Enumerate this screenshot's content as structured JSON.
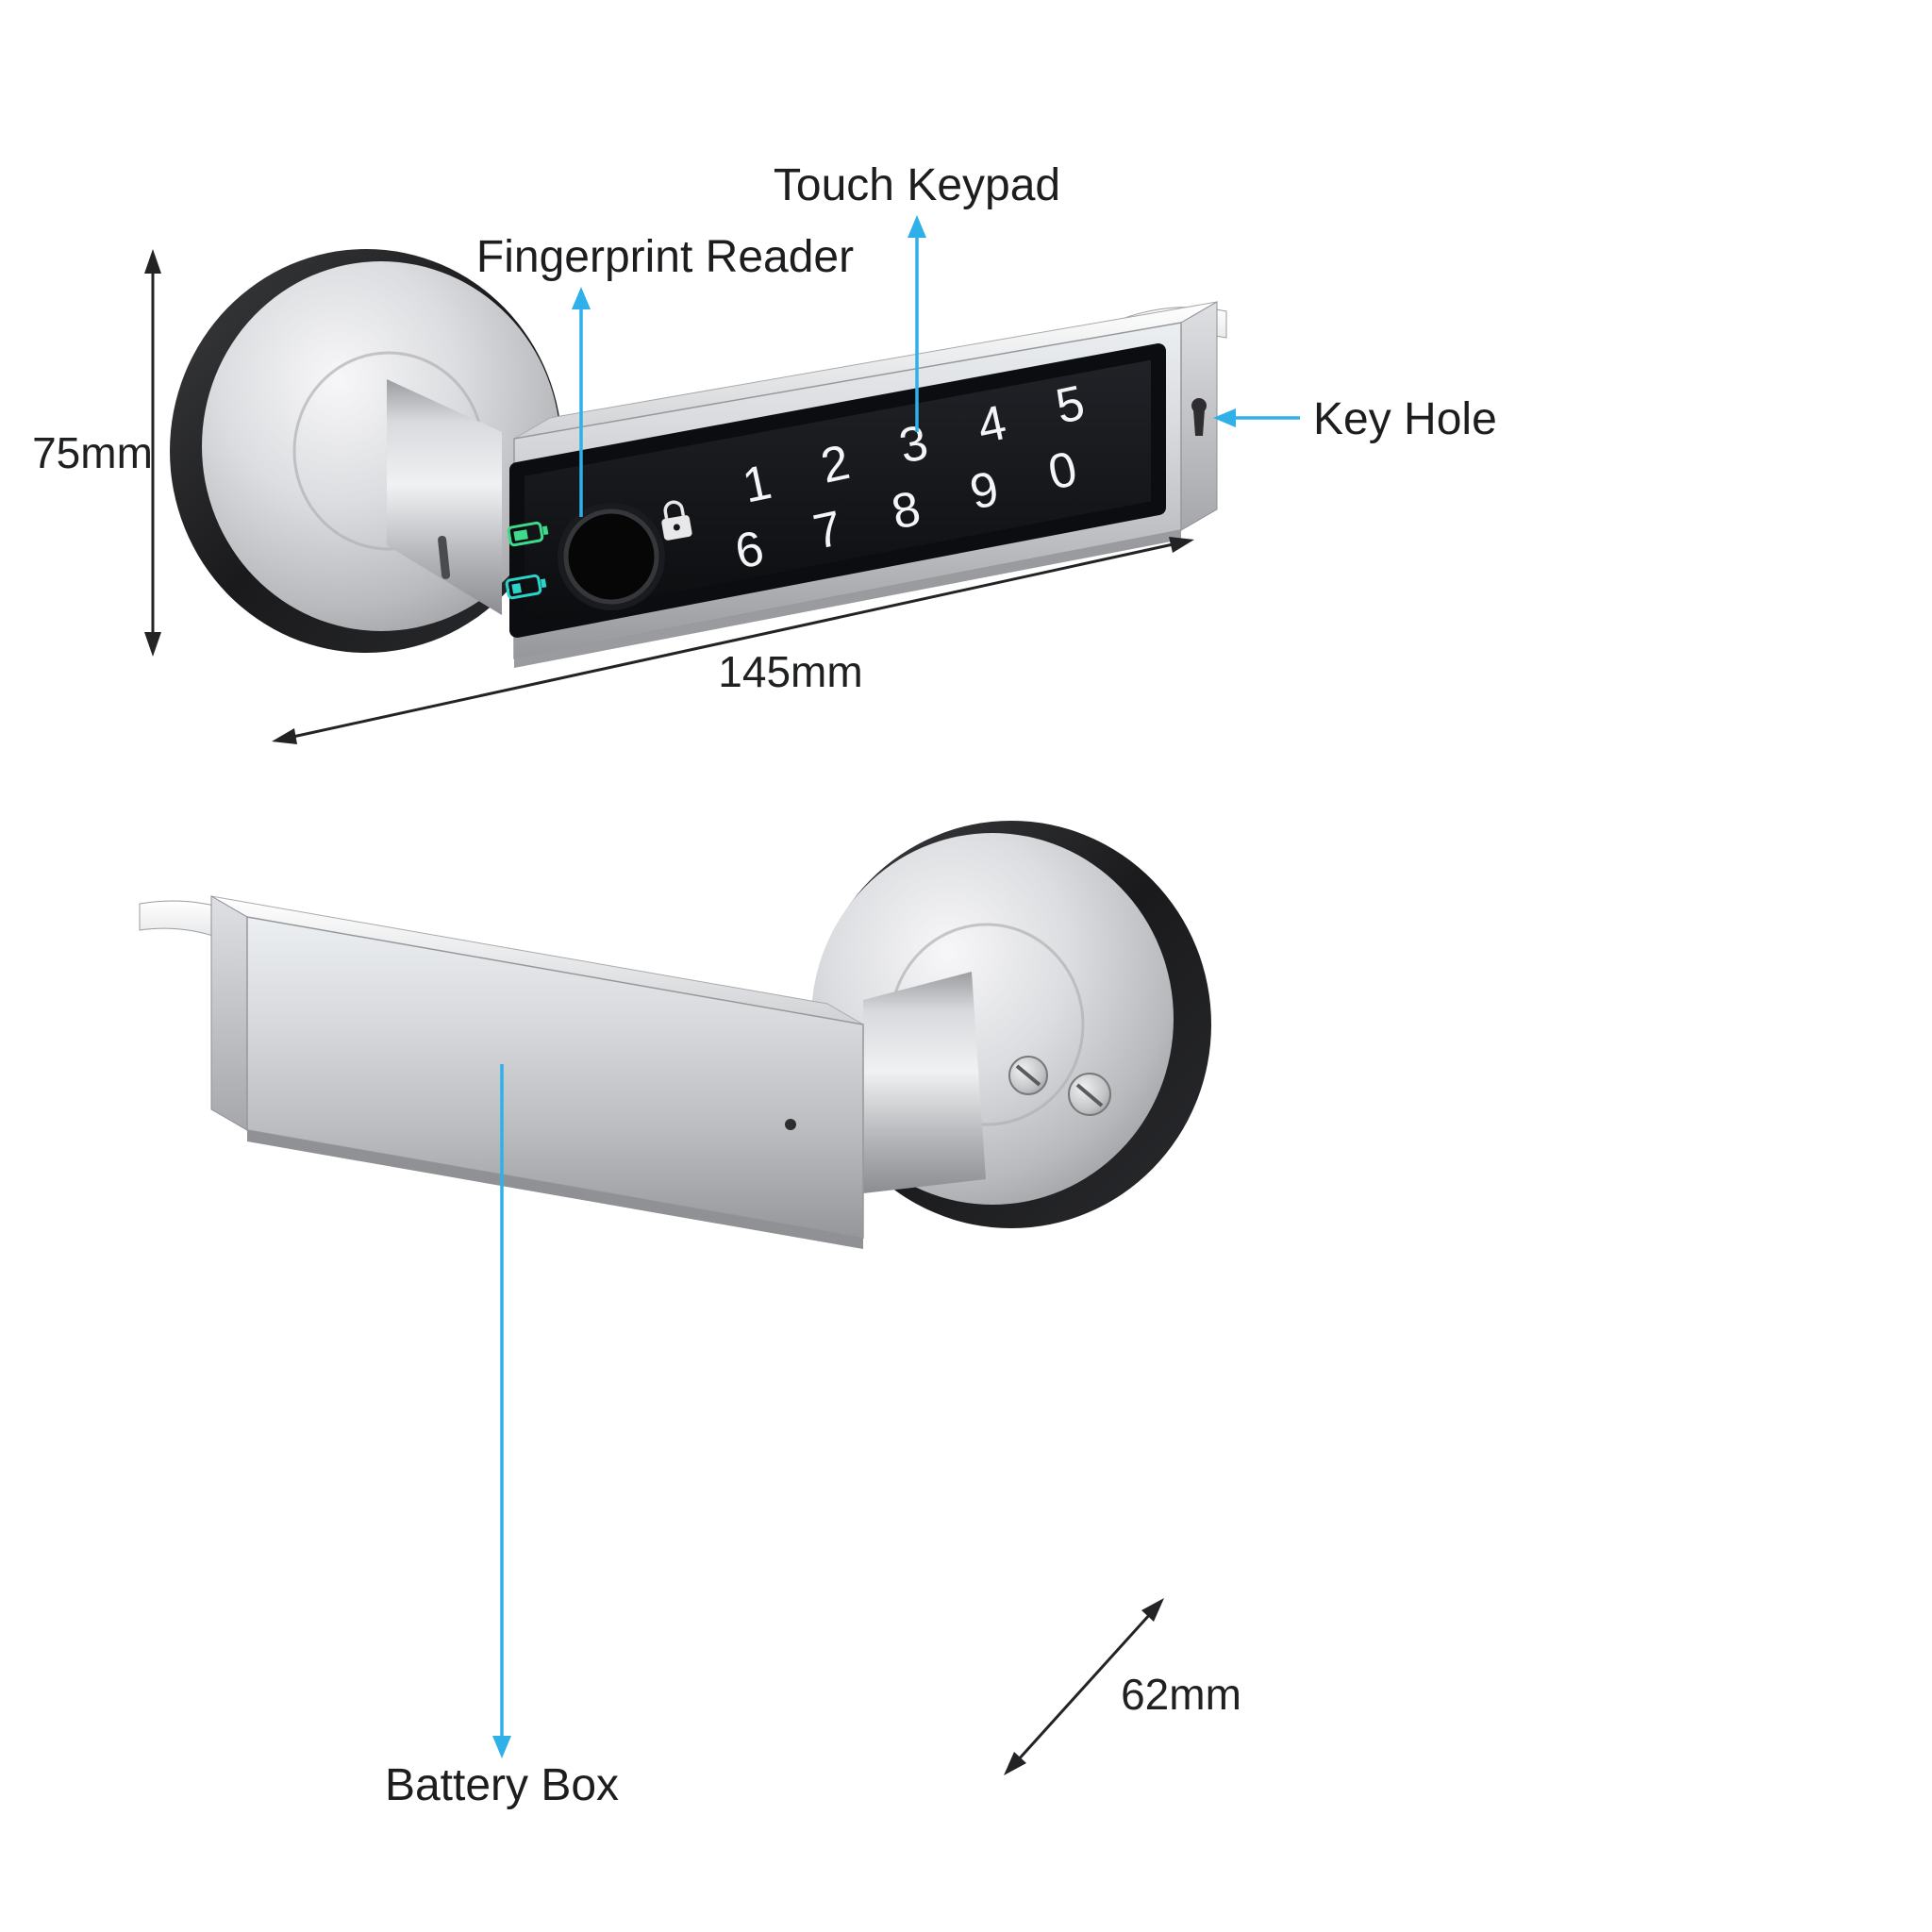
{
  "callouts": {
    "touch_keypad": {
      "label": "Touch Keypad"
    },
    "fingerprint_reader": {
      "label": "Fingerprint Reader"
    },
    "key_hole": {
      "label": "Key Hole"
    },
    "battery_box": {
      "label": "Battery Box"
    }
  },
  "dimensions": {
    "height": {
      "label": "75mm"
    },
    "length": {
      "label": "145mm"
    },
    "depth": {
      "label": "62mm"
    }
  },
  "keypad": {
    "row1": [
      "1",
      "2",
      "3",
      "4",
      "5"
    ],
    "row2": [
      "6",
      "7",
      "8",
      "9",
      "0"
    ]
  },
  "colors": {
    "callout_arrow": "#2fb0e8",
    "dimension_arrow": "#232325",
    "keypad_panel": "#0c0d10",
    "digit": "#f4f5f7",
    "battery_indicator": "#3fd98c",
    "charge_indicator": "#2bd4c9",
    "metal_light": "#eceff2",
    "metal_dark": "#96979a"
  },
  "icons": {
    "battery": "battery-indicator-icon",
    "charge": "charge-indicator-icon",
    "lock": "lock-icon",
    "fingerprint": "fingerprint-sensor",
    "keyhole": "key-hole-slot",
    "screw": "set-screw"
  }
}
